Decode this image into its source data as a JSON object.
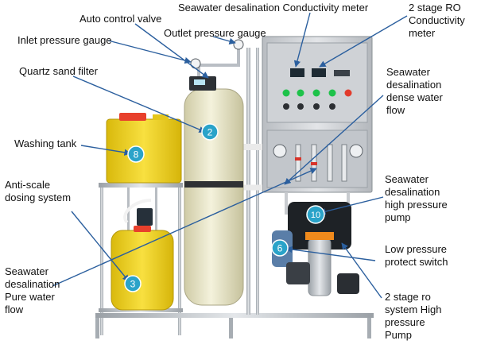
{
  "labels": {
    "auto_control_valve": "Auto control valve",
    "conductivity_meter": "Seawater desalination Conductivity meter",
    "ro2_conductivity_meter": "2 stage RO\nConductivity\nmeter",
    "inlet_pressure_gauge": "Inlet pressure gauge",
    "outlet_pressure_gauge": "Outlet pressure gauge",
    "quartz_sand_filter": "Quartz sand filter",
    "dense_water_flow": "Seawater\ndesalination\ndense water\nflow",
    "washing_tank": "Washing tank",
    "anti_scale_dosing": "Anti-scale\ndosing system",
    "high_pressure_pump": "Seawater\ndesalination\nhigh pressure\npump",
    "low_pressure_switch": "Low pressure\nprotect switch",
    "pure_water_flow": "Seawater\ndesalination\nPure water\nflow",
    "ro2_high_pressure_pump": "2 stage ro\nsystem High\npressure\nPump"
  },
  "markers": {
    "filter": "2",
    "washing_tank": "8",
    "dosing": "3",
    "hp_pump": "10",
    "switch": "6"
  },
  "colors": {
    "arrow": "#2b5f9e",
    "marker": "#2aa3c9",
    "yellow_tank": "#f2d21a",
    "filter_body": "#e9e6c8",
    "steel": "#c8ccd0",
    "panel_face": "#d7d9dc"
  }
}
